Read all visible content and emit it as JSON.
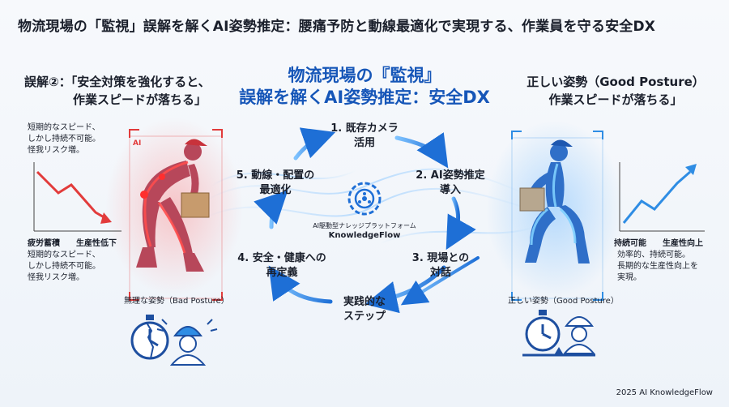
{
  "title": "物流現場の「監視」誤解を解くAI姿勢推定：腰痛予防と動線最適化で実現する、作業員を守る安全DX",
  "center_title": {
    "line1": "物流現場の『監視』",
    "line2": "誤解を解くAI姿勢推定：安全DX"
  },
  "left": {
    "heading_line1": "誤解②：「安全対策を強化すると、",
    "heading_line2": "作業スピードが落ちる」",
    "note_top": "短期的なスピード、\nしかし持続不可能。\n怪我リスク増。",
    "chart_label_left": "疲労蓄積",
    "chart_label_right": "生産性低下",
    "note_bottom": "短期的なスピード、\nしかし持続不可能。\n怪我リスク増。",
    "ai_tag": "AI",
    "posture_label": "無理な姿勢（Bad Posture）"
  },
  "right": {
    "heading_line1": "正しい姿勢（Good Posture）",
    "heading_line2": "作業スピードが落ちる」",
    "chart_label_left": "持続可能",
    "chart_label_right": "生産性向上",
    "note": "効率的、持続可能。\n長期的な生産性向上を\n実現。",
    "posture_label": "正しい姿勢（Good Posture）"
  },
  "cycle": {
    "steps": [
      "1. 既存カメラ\n活用",
      "2. AI姿勢推定\n導入",
      "3. 現場との\n対話",
      "4. 安全・健康への\n再定義",
      "5. 動線・配置の\n最適化"
    ],
    "arrow_label": "実践的な\nステップ",
    "hub_caption_small": "AI駆動型ナレッジプラットフォーム",
    "hub_caption_big": "KnowledgeFlow"
  },
  "icons": {
    "left": [
      "stopwatch-broken-icon",
      "stressed-worker-icon"
    ],
    "right": [
      "stopwatch-icon",
      "balanced-worker-icon"
    ],
    "hub": "gear-network-icon"
  },
  "colors": {
    "accent_blue": "#1656b8",
    "bad_red": "#e23b3b",
    "good_blue": "#2f8de4"
  },
  "footer": "2025 AI KnowledgeFlow"
}
